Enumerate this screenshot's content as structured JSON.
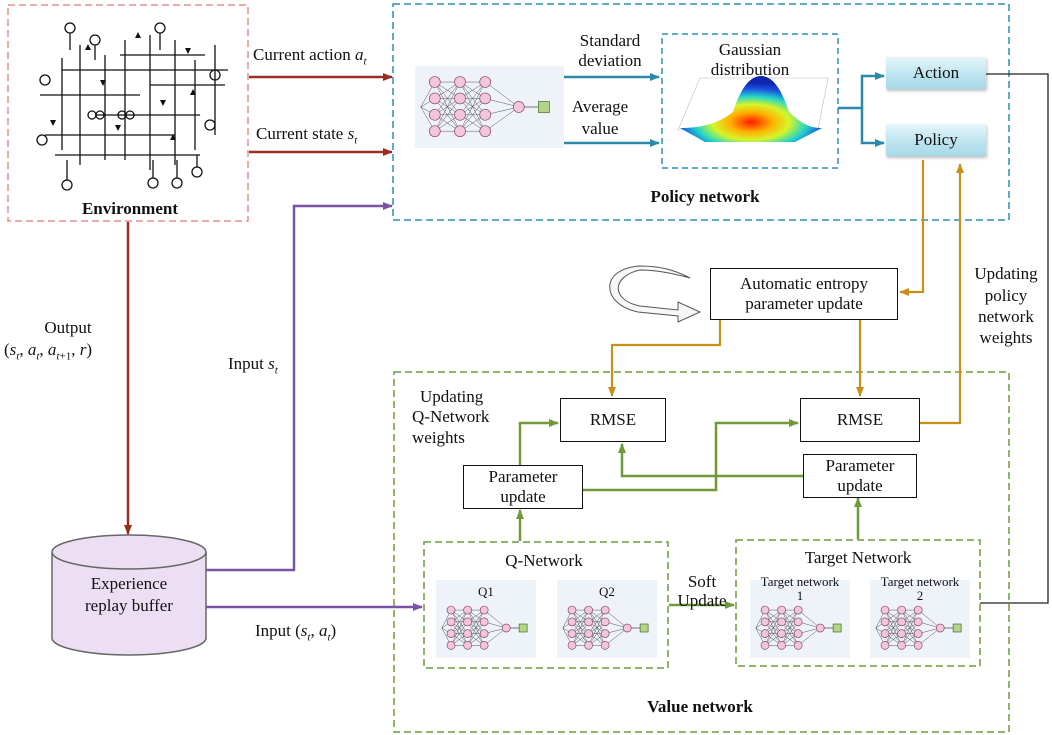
{
  "colors": {
    "env_border": "#e58f8f",
    "policy_border": "#2f8fb4",
    "value_border": "#6f9a3a",
    "red_arrow": "#9b2c24",
    "blue_arrow": "#2a8aa8",
    "purple_arrow": "#7a52a8",
    "gold_arrow": "#c8901a",
    "green_arrow": "#6f9a3a",
    "pill_fill": "#b9e3ee",
    "node_fill": "#f3c6dc",
    "output_node": "#b4d48c"
  },
  "environment": {
    "title": "Environment",
    "icon": "power-grid-icon"
  },
  "policy_network": {
    "title": "Policy network",
    "std_label_1": "Standard",
    "std_label_2": "deviation",
    "avg_label_1": "Average",
    "avg_label_2": "value",
    "gaussian_label_1": "Gaussian",
    "gaussian_label_2": "distribution",
    "action": "Action",
    "policy": "Policy"
  },
  "arrows": {
    "current_action": "Current action",
    "current_action_var": "a",
    "current_action_sub": "t",
    "current_state": "Current state",
    "current_state_var": "s",
    "current_state_sub": "t",
    "output_1": "Output",
    "output_2": "(s",
    "input_st": "Input",
    "input_st_var": "s",
    "input_st_sub": "t",
    "input_sa": "Input (",
    "soft_1": "Soft",
    "soft_2": "Update"
  },
  "entropy": {
    "line1": "Automatic entropy",
    "line2": "parameter update"
  },
  "updating_policy": {
    "l1": "Updating",
    "l2": "policy",
    "l3": "network",
    "l4": "weights"
  },
  "updating_q": {
    "l1": "Updating",
    "l2": "Q-Network",
    "l3": "weights"
  },
  "value_network": {
    "title": "Value network",
    "rmse_left": "RMSE",
    "rmse_right": "RMSE",
    "param_left_1": "Parameter",
    "param_left_2": "update",
    "param_right_1": "Parameter",
    "param_right_2": "update",
    "q_network": "Q-Network",
    "q1": "Q1",
    "q2": "Q2",
    "target_network": "Target Network",
    "target1_a": "Target network",
    "target1_b": "1",
    "target2_a": "Target network",
    "target2_b": "2"
  },
  "buffer": {
    "line1": "Experience",
    "line2": "replay buffer"
  }
}
